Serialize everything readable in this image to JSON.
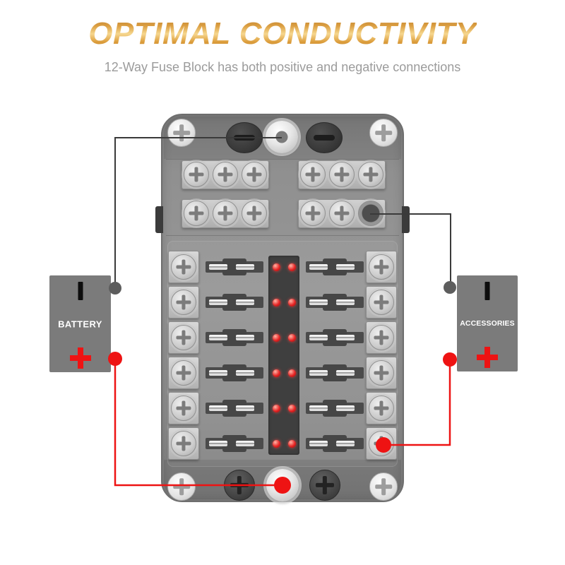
{
  "header": {
    "title": "OPTIMAL CONDUCTIVITY",
    "subtitle": "12-Way Fuse Block has both positive and negative connections",
    "title_color_top": "#c1802a",
    "title_color_mid": "#f6d78f",
    "title_color_bottom": "#bd7a20",
    "subtitle_color": "#9b9b9b"
  },
  "fuse_block": {
    "label": "12-Way Fuse Block",
    "total_circuits": 12,
    "fuse_rows": 6,
    "fuses_per_row": 2,
    "leds_per_row": 2,
    "bus_rows": 2,
    "bus_pads_per_row": 2,
    "screws_per_bus_pad": 3,
    "corner_screws": 4,
    "led_color": "#e62525",
    "body_color": "#8d8d8d"
  },
  "battery": {
    "label": "BATTERY",
    "negative_marker": "-",
    "positive_marker": "+",
    "box_color": "#7b7b7b",
    "positive_color": "#ee1313"
  },
  "accessories": {
    "label": "ACCESSORIES",
    "negative_marker": "-",
    "positive_marker": "+",
    "box_color": "#7b7b7b",
    "positive_color": "#ee1313"
  },
  "wiring": {
    "negative_wire_color": "#3a3a3a",
    "positive_wire_color": "#ee1313",
    "connections": [
      "Battery negative terminal to fuse block top center stud",
      "Battery positive terminal to fuse block bottom center stud",
      "Negative bus output terminal to accessories negative terminal",
      "Fuse output terminal to accessories positive terminal"
    ]
  }
}
